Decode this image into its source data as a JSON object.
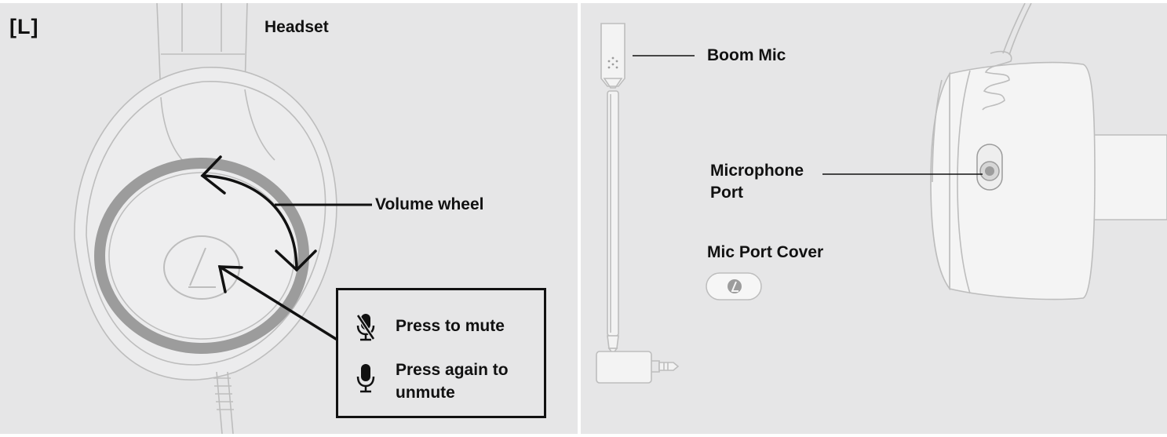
{
  "side_tag": "[L]",
  "headset_title": "Headset",
  "volume_label": "Volume wheel",
  "callout": {
    "mute_text": "Press to mute",
    "unmute_line1": "Press again to",
    "unmute_line2": "unmute",
    "mute_icon": "mic-muted-icon",
    "unmute_icon": "mic-icon"
  },
  "boom_mic_label": "Boom Mic",
  "mic_port_line1": "Microphone",
  "mic_port_line2": "Port",
  "mic_port_cover_label": "Mic Port Cover",
  "colors": {
    "panel": "#e6e6e7",
    "outline": "#bdbdbd",
    "ring": "#9c9c9c",
    "ink": "#111111"
  }
}
